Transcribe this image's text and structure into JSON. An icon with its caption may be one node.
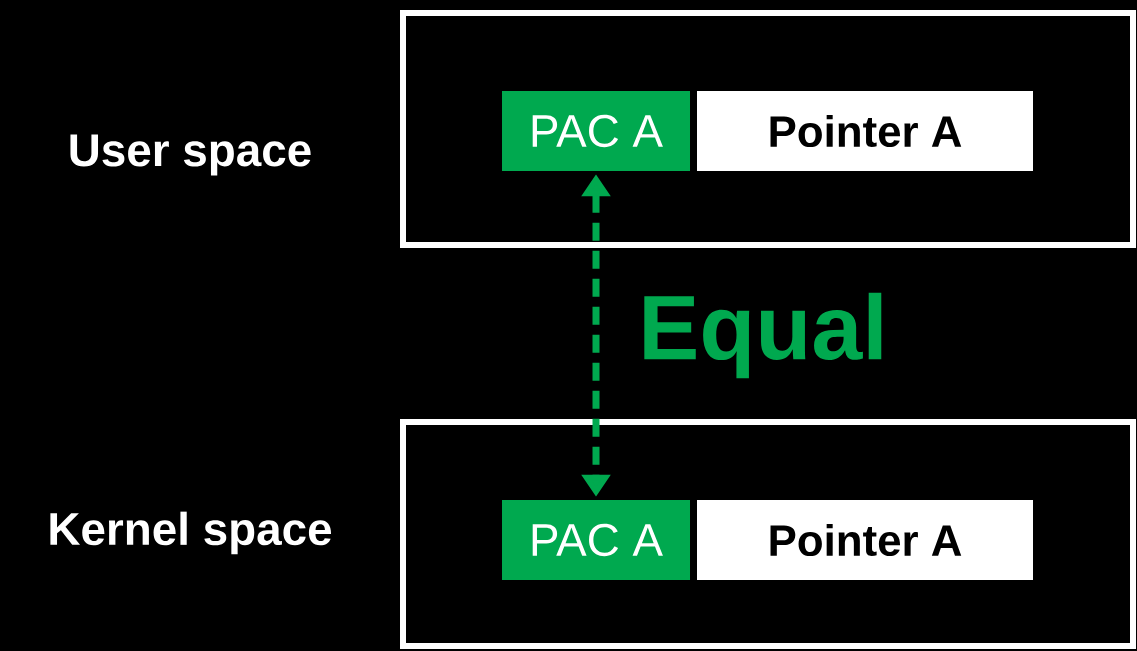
{
  "diagram": {
    "nodes": [
      {
        "text": [],
        "shape": "box",
        "beside": [
          "User space"
        ]
      },
      {
        "text": [
          "PAC A"
        ],
        "in": 0
      },
      {
        "text": [
          "Pointer A"
        ],
        "in": 0
      },
      {
        "text": [],
        "shape": "box",
        "beside": [
          "Kernel space"
        ]
      },
      {
        "text": [
          "PAC A"
        ],
        "in": 3
      },
      {
        "text": [
          "Pointer A"
        ],
        "in": 3
      }
    ],
    "edges": [
      {
        "from": 1,
        "to": 4,
        "arrow": "both",
        "style": "dashed",
        "label": "Equal"
      }
    ]
  }
}
